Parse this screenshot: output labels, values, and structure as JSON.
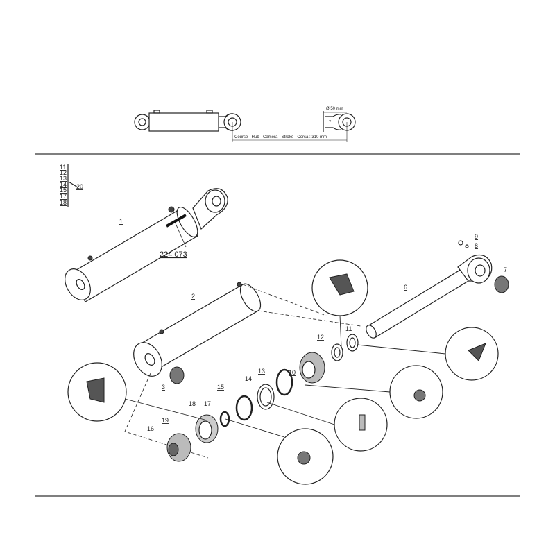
{
  "header": {
    "diameter_label": "Ø 50 mm",
    "thickness_label": "7",
    "stroke_label": "Course - Hub - Camera - Stroke - Corsa : 310 mm"
  },
  "legend": {
    "group_items": [
      "11",
      "12",
      "13",
      "14",
      "15",
      "17",
      "18"
    ],
    "group_label": "20"
  },
  "parts": {
    "p1": "1",
    "p2": "2",
    "p3": "3",
    "p6": "6",
    "p7": "7",
    "p8": "8",
    "p9": "9",
    "p10": "10",
    "p11": "11",
    "p12": "12",
    "p13": "13",
    "p14": "14",
    "p15": "15",
    "p16": "16",
    "p17": "17",
    "p18": "18",
    "p19": "19"
  },
  "kit_number": "224 073"
}
